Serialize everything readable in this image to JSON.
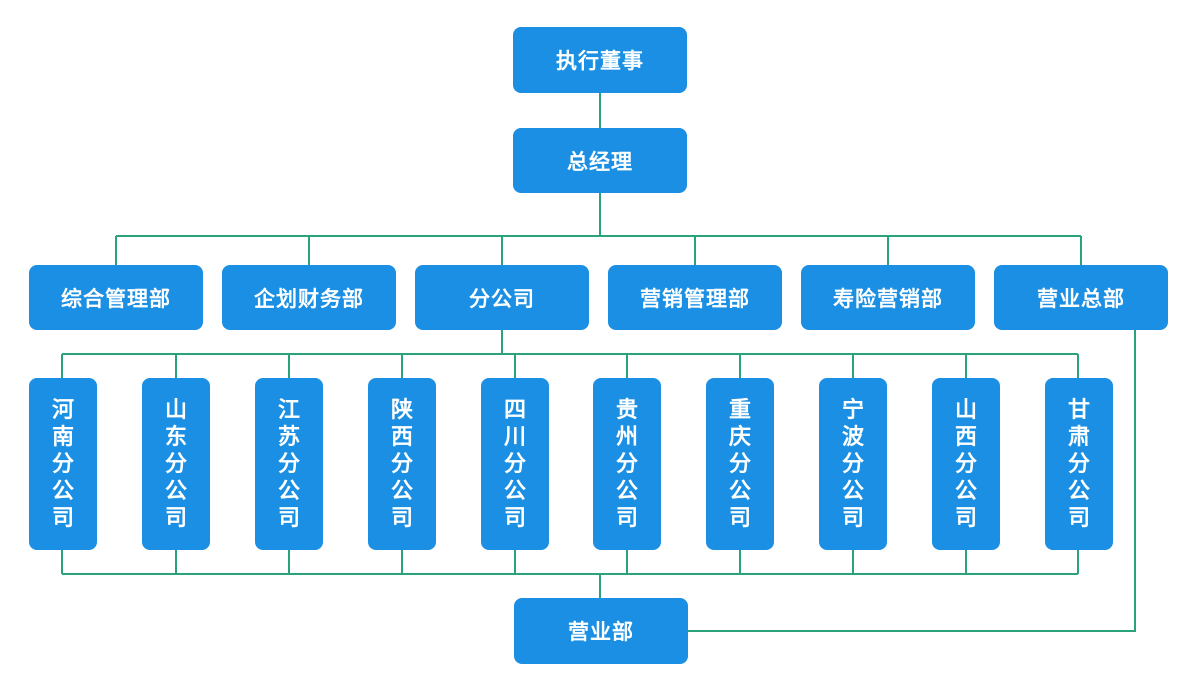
{
  "top": {
    "executive_director": "执行董事",
    "general_manager": "总经理"
  },
  "departments": [
    "综合管理部",
    "企划财务部",
    "分公司",
    "营销管理部",
    "寿险营销部",
    "营业总部"
  ],
  "branches": [
    "河南分公司",
    "山东分公司",
    "江苏分公司",
    "陕西分公司",
    "四川分公司",
    "贵州分公司",
    "重庆分公司",
    "宁波分公司",
    "山西分公司",
    "甘肃分公司"
  ],
  "bottom": {
    "sales_department": "营业部"
  },
  "colors": {
    "node": "#1a8fe3",
    "line": "#2aa37c"
  }
}
